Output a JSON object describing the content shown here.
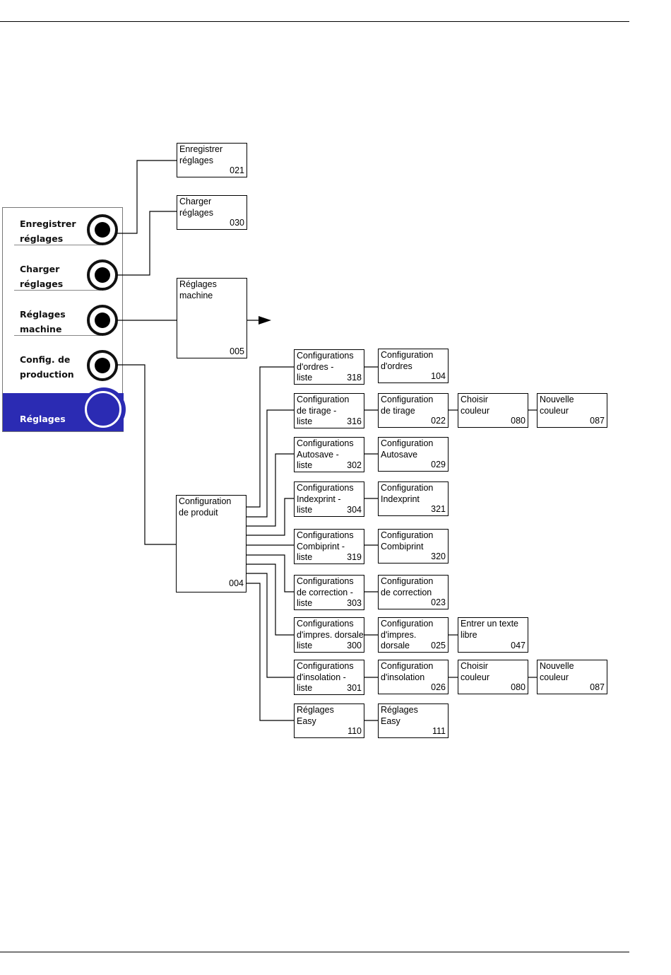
{
  "menu": {
    "items": [
      {
        "label": "Enregistrer\nréglages"
      },
      {
        "label": "Charger\nréglages"
      },
      {
        "label": "Réglages\nmachine"
      },
      {
        "label": "Config. de\nproduction"
      }
    ],
    "active": {
      "label": "Réglages"
    },
    "active_color": "#2b2bb3"
  },
  "boxes": {
    "b021": {
      "label": "Enregistrer\nréglages",
      "num": "021"
    },
    "b030": {
      "label": "Charger\nréglages",
      "num": "030"
    },
    "b005": {
      "label": "Réglages\nmachine",
      "num": "005"
    },
    "b004": {
      "label": "Configuration\nde produit",
      "num": "004"
    },
    "b318": {
      "label": "Configurations\nd'ordres -\nliste",
      "num": "318"
    },
    "b104": {
      "label": "Configuration\nd'ordres",
      "num": "104"
    },
    "b316": {
      "label": "Configuration\nde tirage -\nliste",
      "num": "316"
    },
    "b022": {
      "label": "Configuration\nde tirage",
      "num": "022"
    },
    "b080a": {
      "label": "Choisir\ncouleur",
      "num": "080"
    },
    "b087a": {
      "label": "Nouvelle\ncouleur",
      "num": "087"
    },
    "b302": {
      "label": "Configurations\nAutosave -\nliste",
      "num": "302"
    },
    "b029": {
      "label": "Configuration\nAutosave",
      "num": "029"
    },
    "b304": {
      "label": "Configurations\nIndexprint -\nliste",
      "num": "304"
    },
    "b321": {
      "label": "Configuration\nIndexprint",
      "num": "321"
    },
    "b319": {
      "label": "Configurations\nCombiprint -\nliste",
      "num": "319"
    },
    "b320": {
      "label": "Configuration\nCombiprint",
      "num": "320"
    },
    "b303": {
      "label": "Configurations\nde correction -\nliste",
      "num": "303"
    },
    "b023": {
      "label": "Configuration\nde correction",
      "num": "023"
    },
    "b300": {
      "label": "Configurations\nd'impres. dorsale\nliste",
      "num": "300"
    },
    "b025": {
      "label": "Configuration\nd'impres.\ndorsale",
      "num": "025"
    },
    "b047": {
      "label": "Entrer un texte\nlibre",
      "num": "047"
    },
    "b301": {
      "label": "Configurations\nd'insolation -\nliste",
      "num": "301"
    },
    "b026": {
      "label": "Configuration\nd'insolation",
      "num": "026"
    },
    "b080b": {
      "label": "Choisir\ncouleur",
      "num": "080"
    },
    "b087b": {
      "label": "Nouvelle\ncouleur",
      "num": "087"
    },
    "b110": {
      "label": "Réglages\nEasy",
      "num": "110"
    },
    "b111": {
      "label": "Réglages\nEasy",
      "num": "111"
    }
  }
}
